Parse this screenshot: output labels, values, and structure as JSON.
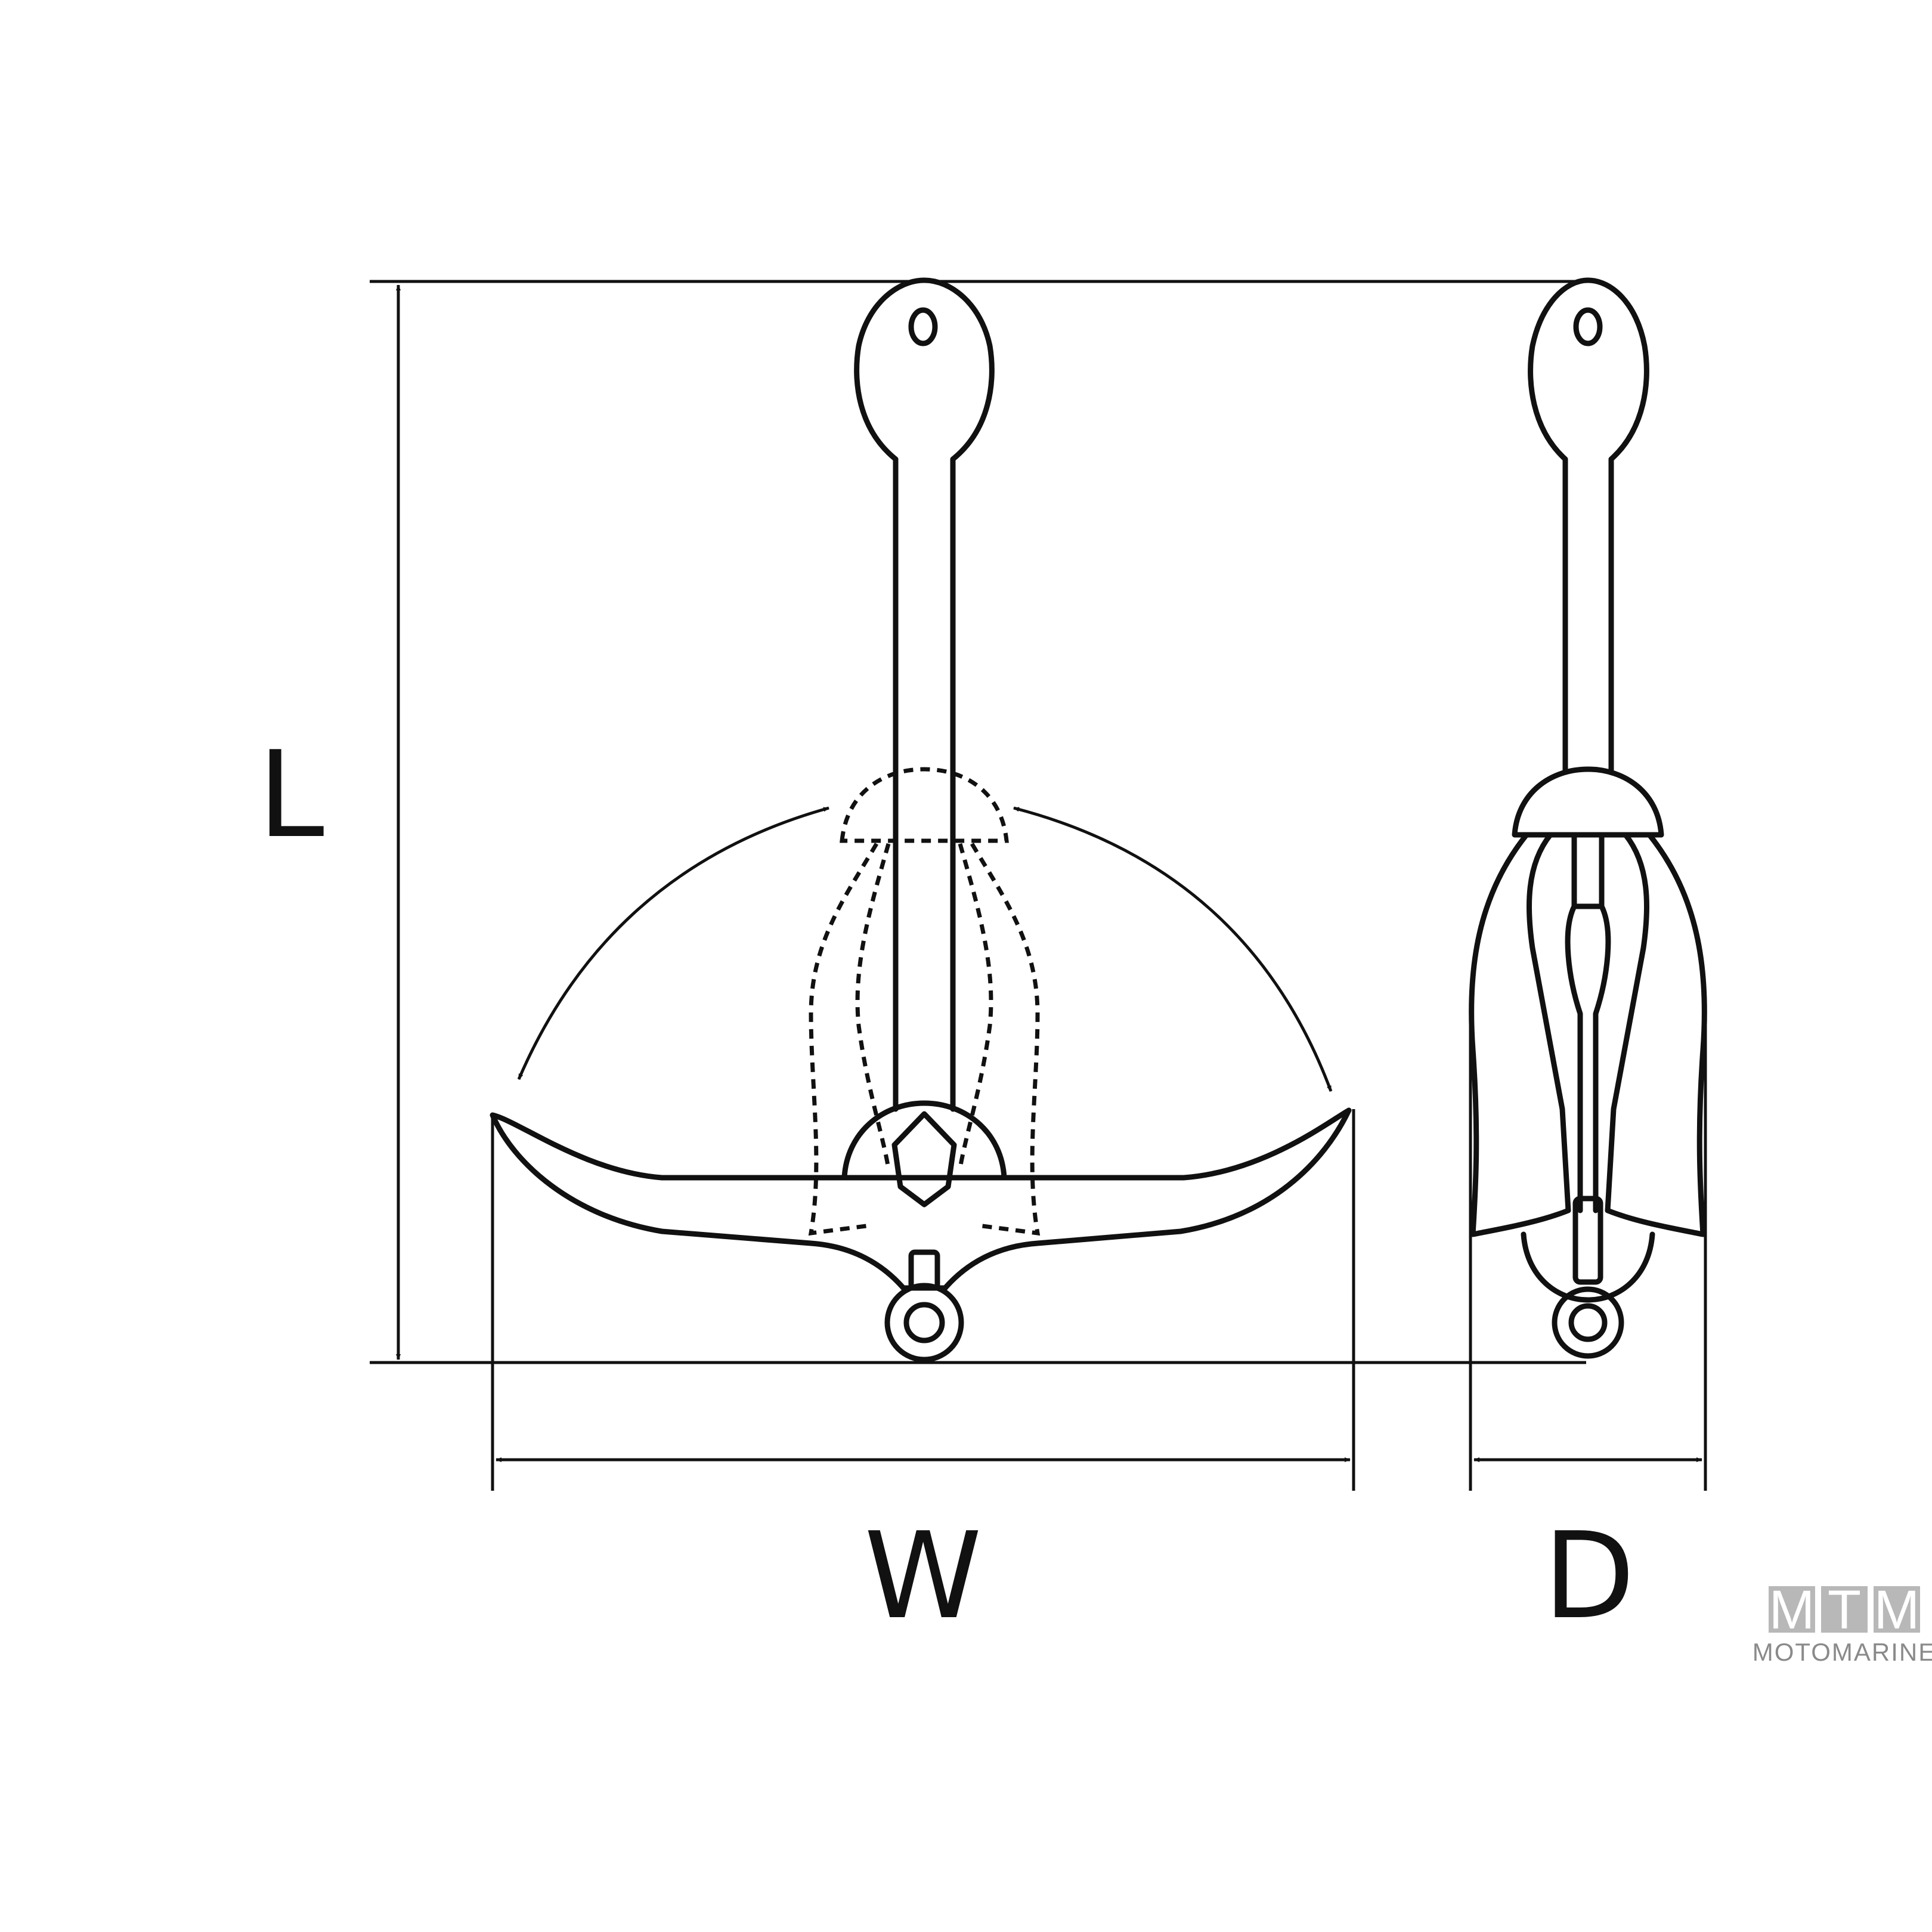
{
  "labels": {
    "length": "L",
    "width": "W",
    "depth": "D"
  },
  "logo": {
    "letters": [
      "M",
      "T",
      "M"
    ],
    "subtitle": "MOTOMARINE",
    "tile_color": "#b8b8b8"
  },
  "colors": {
    "ink": "#111111",
    "background": "#ffffff"
  }
}
